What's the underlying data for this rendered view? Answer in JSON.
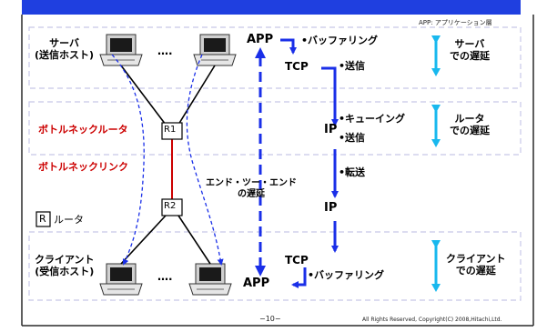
{
  "note": "APP: アプリケーション層",
  "server_label": [
    "サーバ",
    "(送信ホスト)"
  ],
  "client_label": [
    "クライアント",
    "(受信ホスト)"
  ],
  "dots": "….",
  "bottleneck_router": "ボトルネックルータ",
  "bottleneck_link": "ボトルネックリンク",
  "router_names": [
    "R1",
    "R2"
  ],
  "legend": {
    "box": "R",
    "text": "ルータ"
  },
  "e2e": [
    "エンド・ツー・エンド",
    "の遅延"
  ],
  "layers": {
    "app": "APP",
    "tcp": "TCP",
    "ip": "IP"
  },
  "steps": {
    "buffering": "•バッファリング",
    "send": "•送信",
    "queueing": "•キューイング",
    "forward": "•転送"
  },
  "delays": {
    "server": [
      "サーバ",
      "での遅延"
    ],
    "router": [
      "ルータ",
      "での遅延"
    ],
    "client": [
      "クライアント",
      "での遅延"
    ]
  },
  "footer": {
    "page": "−10−",
    "copyright": "All Rights Reserved, Copyright(C) 2008,Hitachi,Ltd."
  },
  "colors": {
    "title_bar": "#1f3fe0",
    "arrow_blue": "#1a2fe8",
    "cyan": "#18b8ee",
    "red": "#cc0000",
    "dashed": "#c8c8e8"
  }
}
